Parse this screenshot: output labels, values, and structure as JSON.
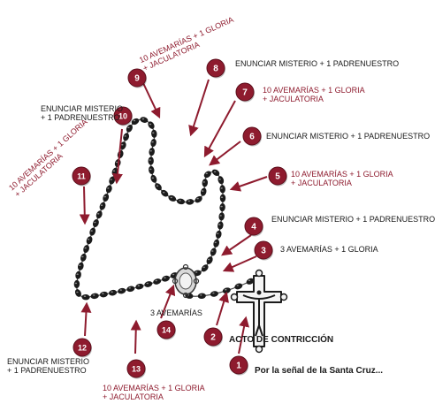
{
  "colors": {
    "marker": "#8e1b2e",
    "marker_text": "#ffffff",
    "bead": "#1b1b1b",
    "label": "#1a1a1a",
    "label_red": "#8e1b2e",
    "arrow": "#8e1b2e"
  },
  "steps": [
    {
      "num": "1",
      "lines": [
        "Por la señal de la Santa Cruz..."
      ]
    },
    {
      "num": "2",
      "lines": [
        "ACTO DE CONTRICCIÓN"
      ]
    },
    {
      "num": "3",
      "lines": [
        "3 AVEMARÍAS + 1 GLORIA"
      ]
    },
    {
      "num": "4",
      "lines": [
        "ENUNCIAR MISTERIO + 1 PADRENUESTRO"
      ]
    },
    {
      "num": "5",
      "lines": [
        "10 AVEMARÍAS + 1 GLORIA",
        "+ JACULATORIA"
      ]
    },
    {
      "num": "6",
      "lines": [
        "ENUNCIAR MISTERIO + 1 PADRENUESTRO"
      ]
    },
    {
      "num": "7",
      "lines": [
        "10 AVEMARÍAS + 1 GLORIA",
        "+ JACULATORIA"
      ]
    },
    {
      "num": "8",
      "lines": [
        "ENUNCIAR MISTERIO + 1 PADRENUESTRO"
      ]
    },
    {
      "num": "9",
      "lines": [
        "10 AVEMARÍAS + 1 GLORIA",
        "+ JACULATORIA"
      ]
    },
    {
      "num": "10",
      "lines": [
        "ENUNCIAR MISTERIO",
        "+ 1 PADRENUESTRO"
      ]
    },
    {
      "num": "11",
      "lines": [
        "10 AVEMARÍAS + 1 GLORIA",
        "+ JACULATORIA"
      ]
    },
    {
      "num": "12",
      "lines": [
        "ENUNCIAR MISTERIO",
        "+ 1 PADRENUESTRO"
      ]
    },
    {
      "num": "13",
      "lines": [
        "10 AVEMARÍAS + 1 GLORIA",
        "+ JACULATORIA"
      ]
    },
    {
      "num": "14",
      "lines": [
        "3 AVEMARÍAS"
      ]
    }
  ]
}
